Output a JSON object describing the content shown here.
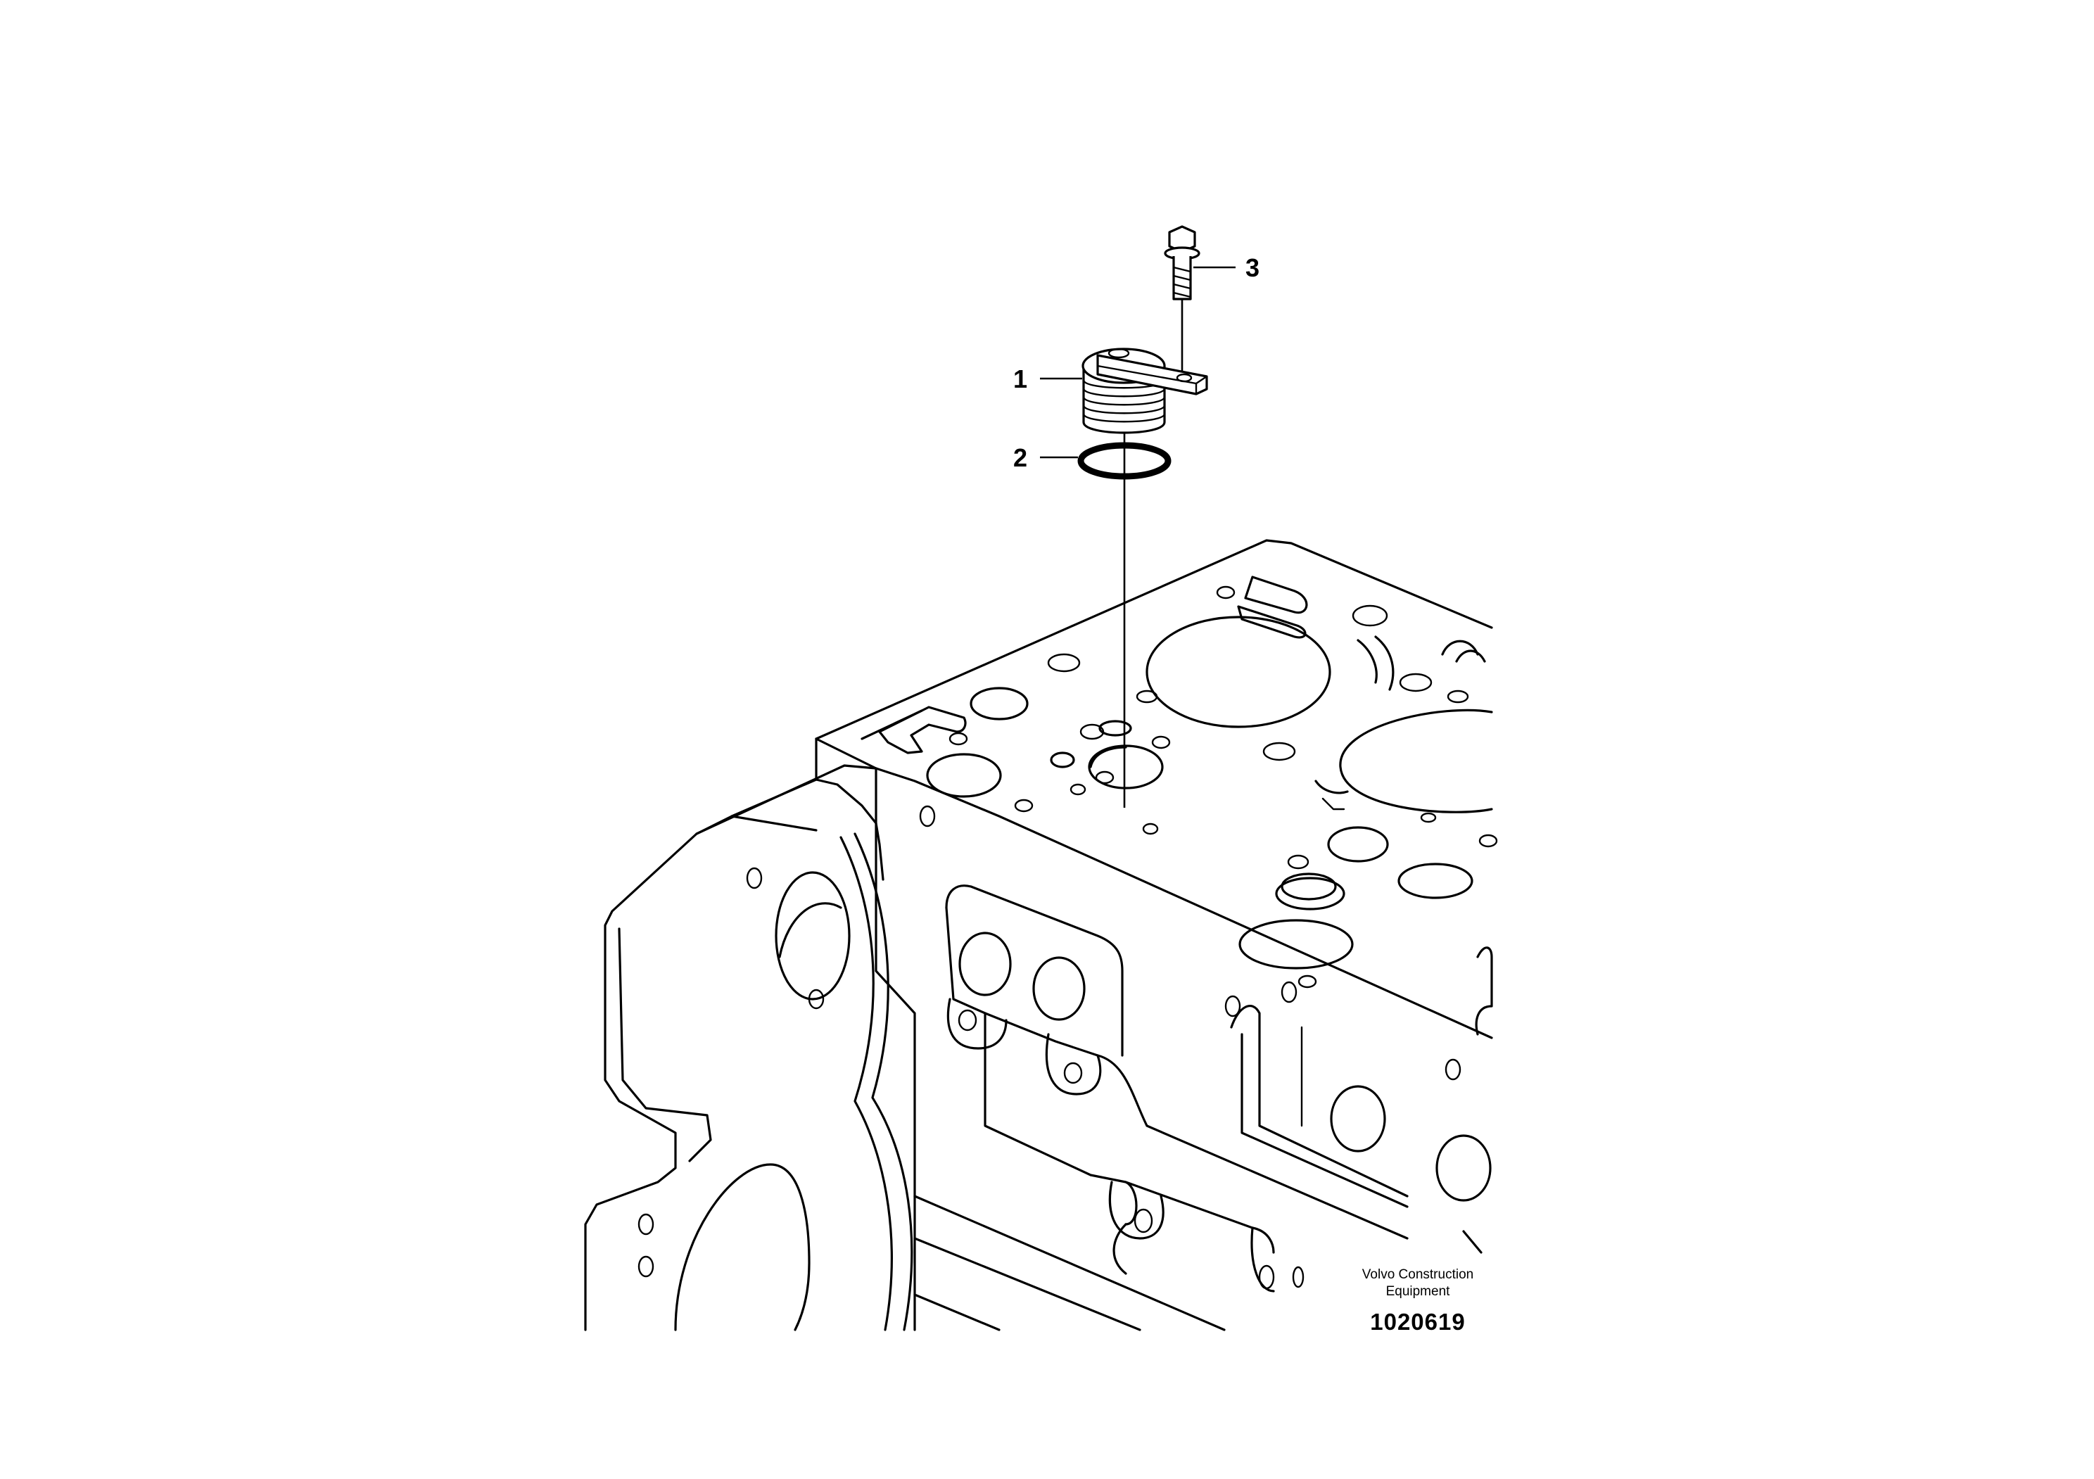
{
  "callouts": [
    {
      "id": "1",
      "label": "1"
    },
    {
      "id": "2",
      "label": "2"
    },
    {
      "id": "3",
      "label": "3"
    }
  ],
  "caption": {
    "line1": "Volvo Construction",
    "line2": "Equipment",
    "number": "1020619"
  }
}
